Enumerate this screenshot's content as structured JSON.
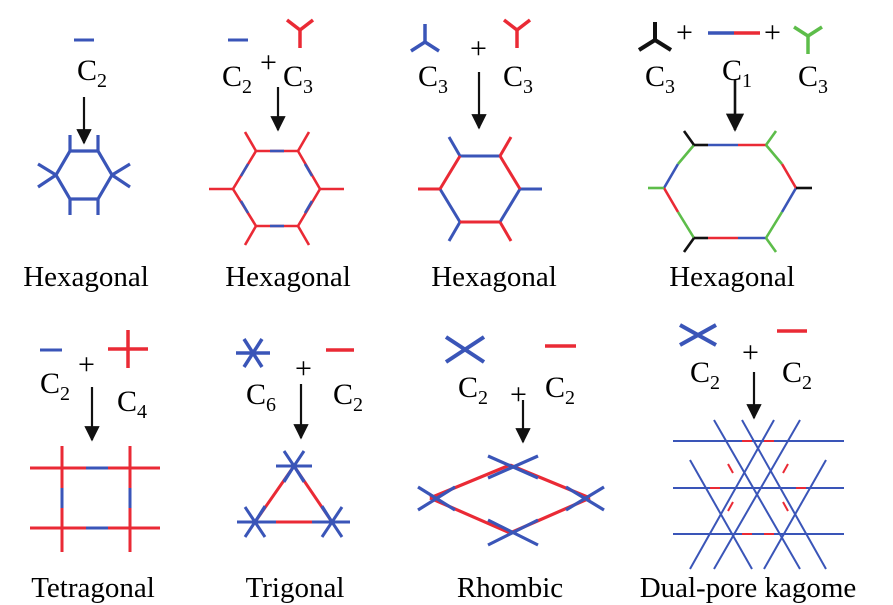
{
  "colors": {
    "blue": "#3a55b8",
    "red": "#ea2a35",
    "green": "#5dbd4a",
    "black": "#111111"
  },
  "plus_sign": "+",
  "panels": [
    {
      "id": "p1",
      "title": "Hexagonal",
      "building_blocks": [
        {
          "symbol": "C",
          "subscript": "2",
          "icon": "blue-dash-icon"
        }
      ]
    },
    {
      "id": "p2",
      "title": "Hexagonal",
      "building_blocks": [
        {
          "symbol": "C",
          "subscript": "2",
          "icon": "blue-dash-icon"
        },
        {
          "symbol": "C",
          "subscript": "3",
          "icon": "red-tripod-icon"
        }
      ]
    },
    {
      "id": "p3",
      "title": "Hexagonal",
      "building_blocks": [
        {
          "symbol": "C",
          "subscript": "3",
          "icon": "blue-tripod-icon"
        },
        {
          "symbol": "C",
          "subscript": "3",
          "icon": "red-tripod-icon"
        }
      ]
    },
    {
      "id": "p4",
      "title": "Hexagonal",
      "building_blocks": [
        {
          "symbol": "C",
          "subscript": "3",
          "icon": "black-tripod-icon"
        },
        {
          "symbol": "C",
          "subscript": "1",
          "icon": "blue-red-linker-icon"
        },
        {
          "symbol": "C",
          "subscript": "3",
          "icon": "green-tripod-icon"
        }
      ]
    },
    {
      "id": "p5",
      "title": "Tetragonal",
      "building_blocks": [
        {
          "symbol": "C",
          "subscript": "2",
          "icon": "blue-dash-icon"
        },
        {
          "symbol": "C",
          "subscript": "4",
          "icon": "red-cross-icon"
        }
      ]
    },
    {
      "id": "p6",
      "title": "Trigonal",
      "building_blocks": [
        {
          "symbol": "C",
          "subscript": "6",
          "icon": "blue-asterisk-icon"
        },
        {
          "symbol": "C",
          "subscript": "2",
          "icon": "red-dash-icon"
        }
      ]
    },
    {
      "id": "p7",
      "title": "Rhombic",
      "building_blocks": [
        {
          "symbol": "C",
          "subscript": "2",
          "icon": "blue-x-icon"
        },
        {
          "symbol": "C",
          "subscript": "2",
          "icon": "red-dash-icon"
        }
      ]
    },
    {
      "id": "p8",
      "title": "Dual-pore kagome",
      "building_blocks": [
        {
          "symbol": "C",
          "subscript": "2",
          "icon": "blue-x-icon"
        },
        {
          "symbol": "C",
          "subscript": "2",
          "icon": "red-dash-icon"
        }
      ]
    }
  ]
}
